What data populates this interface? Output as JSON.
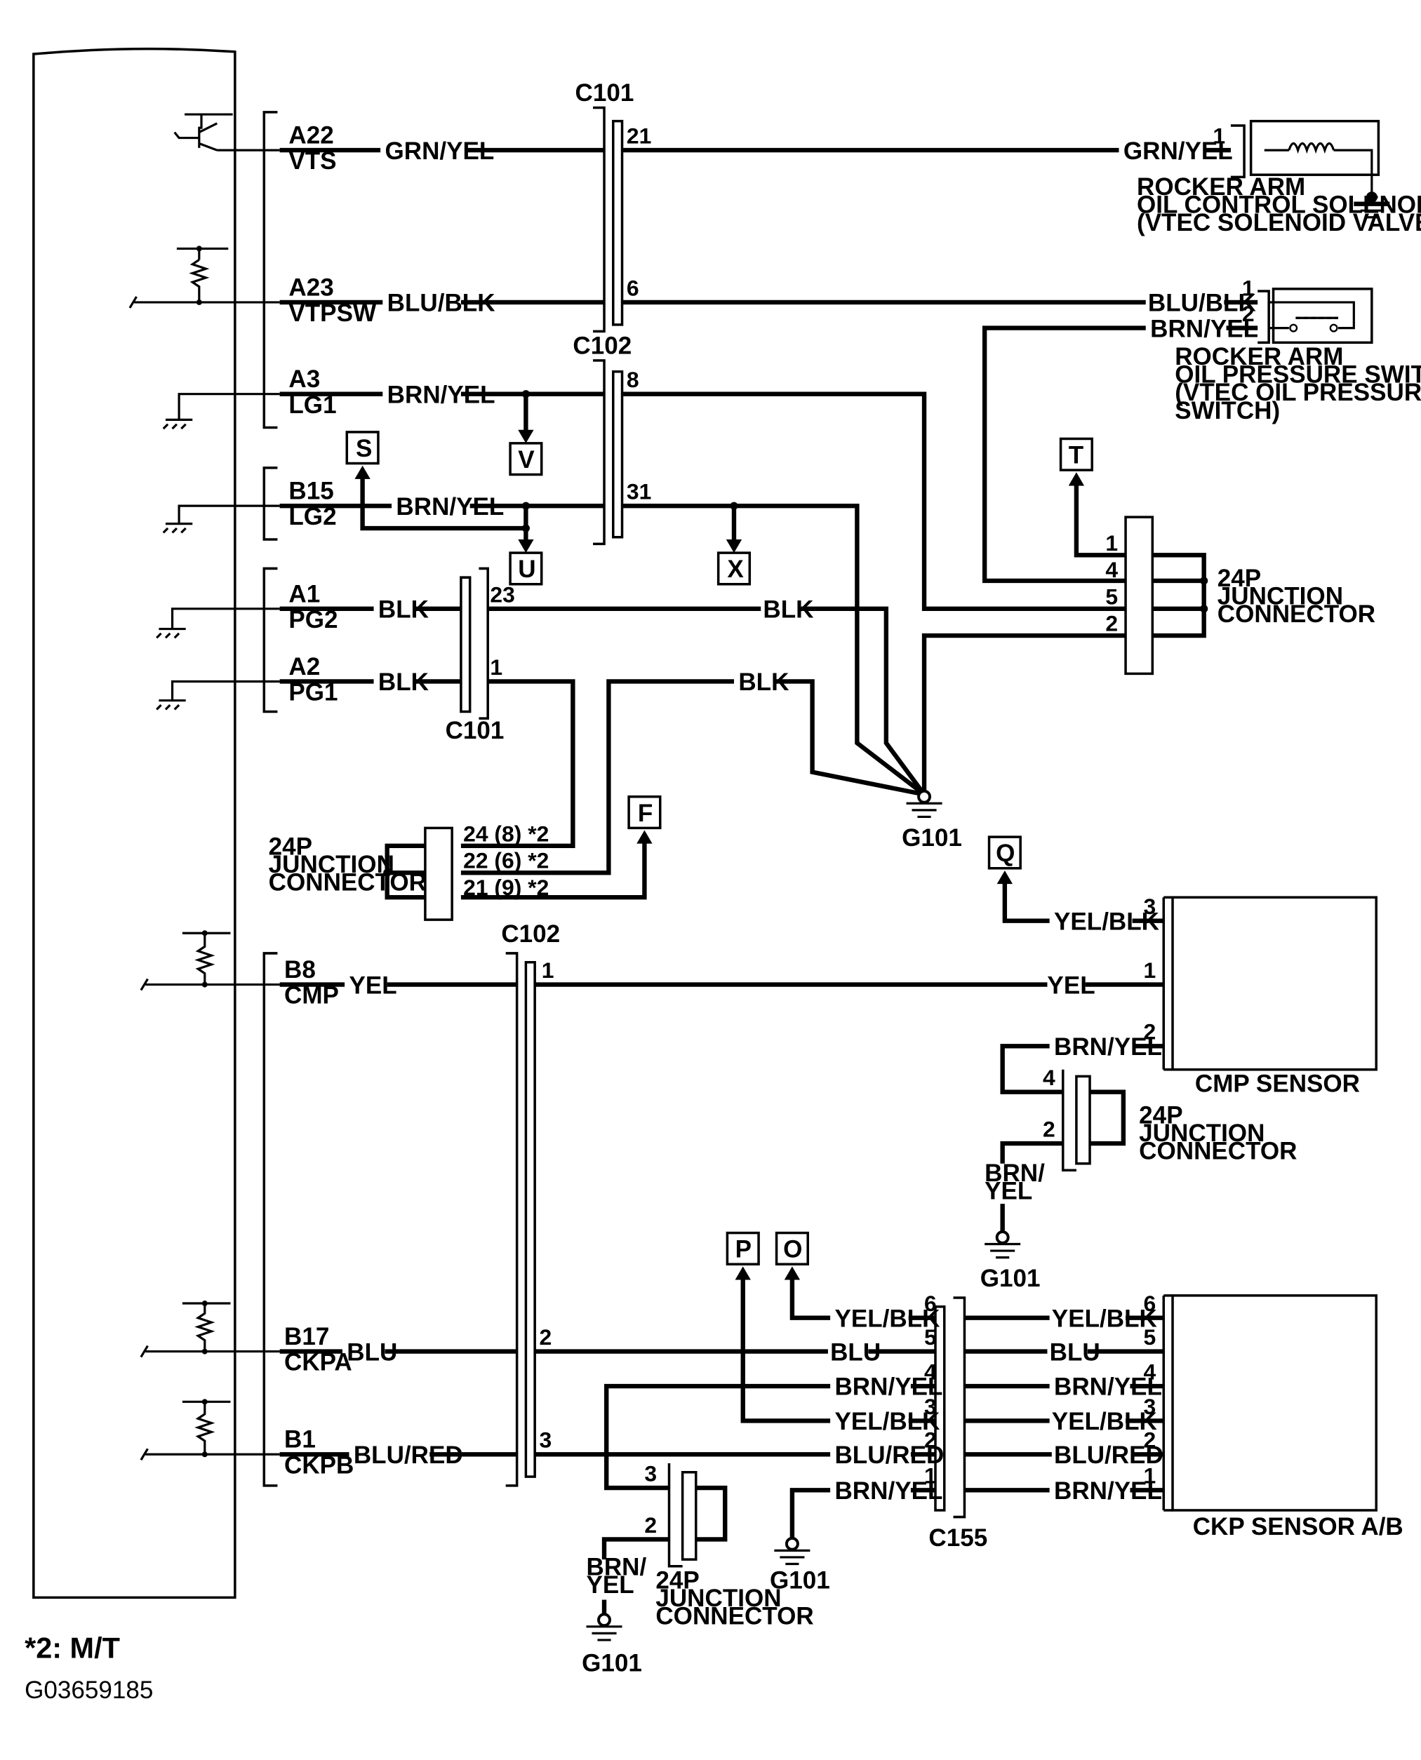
{
  "footnote": "*2: M/T",
  "figure_id": "G03659185",
  "ecm_terminals": [
    {
      "pin": "A22",
      "signal": "VTS"
    },
    {
      "pin": "A23",
      "signal": "VTPSW"
    },
    {
      "pin": "A3",
      "signal": "LG1"
    },
    {
      "pin": "B15",
      "signal": "LG2"
    },
    {
      "pin": "A1",
      "signal": "PG2"
    },
    {
      "pin": "A2",
      "signal": "PG1"
    },
    {
      "pin": "B8",
      "signal": "CMP"
    },
    {
      "pin": "B17",
      "signal": "CKPA"
    },
    {
      "pin": "B1",
      "signal": "CKPB"
    }
  ],
  "connectors": {
    "c101": "C101",
    "c102": "C102",
    "c155": "C155",
    "g101": "G101",
    "junction_24p": [
      "24P",
      "JUNCTION",
      "CONNECTOR"
    ]
  },
  "wire_colors": {
    "grn_yel": "GRN/YEL",
    "blu_blk": "BLU/BLK",
    "brn_yel": "BRN/YEL",
    "blk": "BLK",
    "yel": "YEL",
    "yel_blk": "YEL/BLK",
    "blu": "BLU",
    "blu_red": "BLU/RED",
    "brn": "BRN/",
    "yel_part": "YEL"
  },
  "pins": {
    "p21": "21",
    "p6": "6",
    "p8": "8",
    "p31": "31",
    "p23": "23",
    "p1": "1",
    "p2": "2",
    "p3": "3",
    "p4": "4",
    "p5": "5",
    "j24": "24 (8) *2",
    "j22": "22 (6) *2",
    "j21": "21 (9) *2"
  },
  "offpage_refs": [
    "S",
    "V",
    "U",
    "X",
    "F",
    "T",
    "Q",
    "P",
    "O"
  ],
  "components": {
    "solenoid": [
      "ROCKER ARM",
      "OIL CONTROL SOLENOID",
      "(VTEC SOLENOID VALVE)"
    ],
    "pressure_switch": [
      "ROCKER ARM",
      "OIL PRESSURE SWITCH",
      "(VTEC OIL PRESSURE",
      "SWITCH)"
    ],
    "cmp_sensor": "CMP SENSOR",
    "ckp_sensor": "CKP SENSOR A/B"
  }
}
